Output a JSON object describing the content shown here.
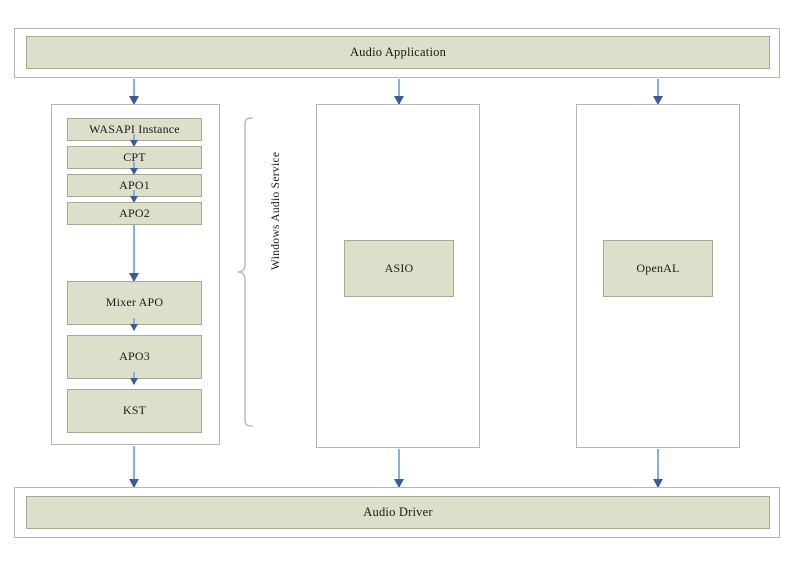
{
  "diagram": {
    "title_top": "Audio Application",
    "title_bottom": "Audio Driver",
    "service_label": "Windows Audio Service",
    "colors": {
      "node_fill": "#dedfcb",
      "node_border": "#a9aa96",
      "container_border": "#b6b6b6",
      "arrow_line": "#8ab0d8",
      "arrow_head": "#3b5a96",
      "background": "#ffffff",
      "text": "#1a1a1a"
    },
    "windows_stack": {
      "nodes": [
        {
          "label": "WASAPI Instance"
        },
        {
          "label": "CPT"
        },
        {
          "label": "APO1"
        },
        {
          "label": "APO2"
        },
        {
          "label": "Mixer APO"
        },
        {
          "label": "APO3"
        },
        {
          "label": "KST"
        }
      ]
    },
    "asio_column": {
      "node": "ASIO"
    },
    "openal_column": {
      "node": "OpenAL"
    }
  }
}
